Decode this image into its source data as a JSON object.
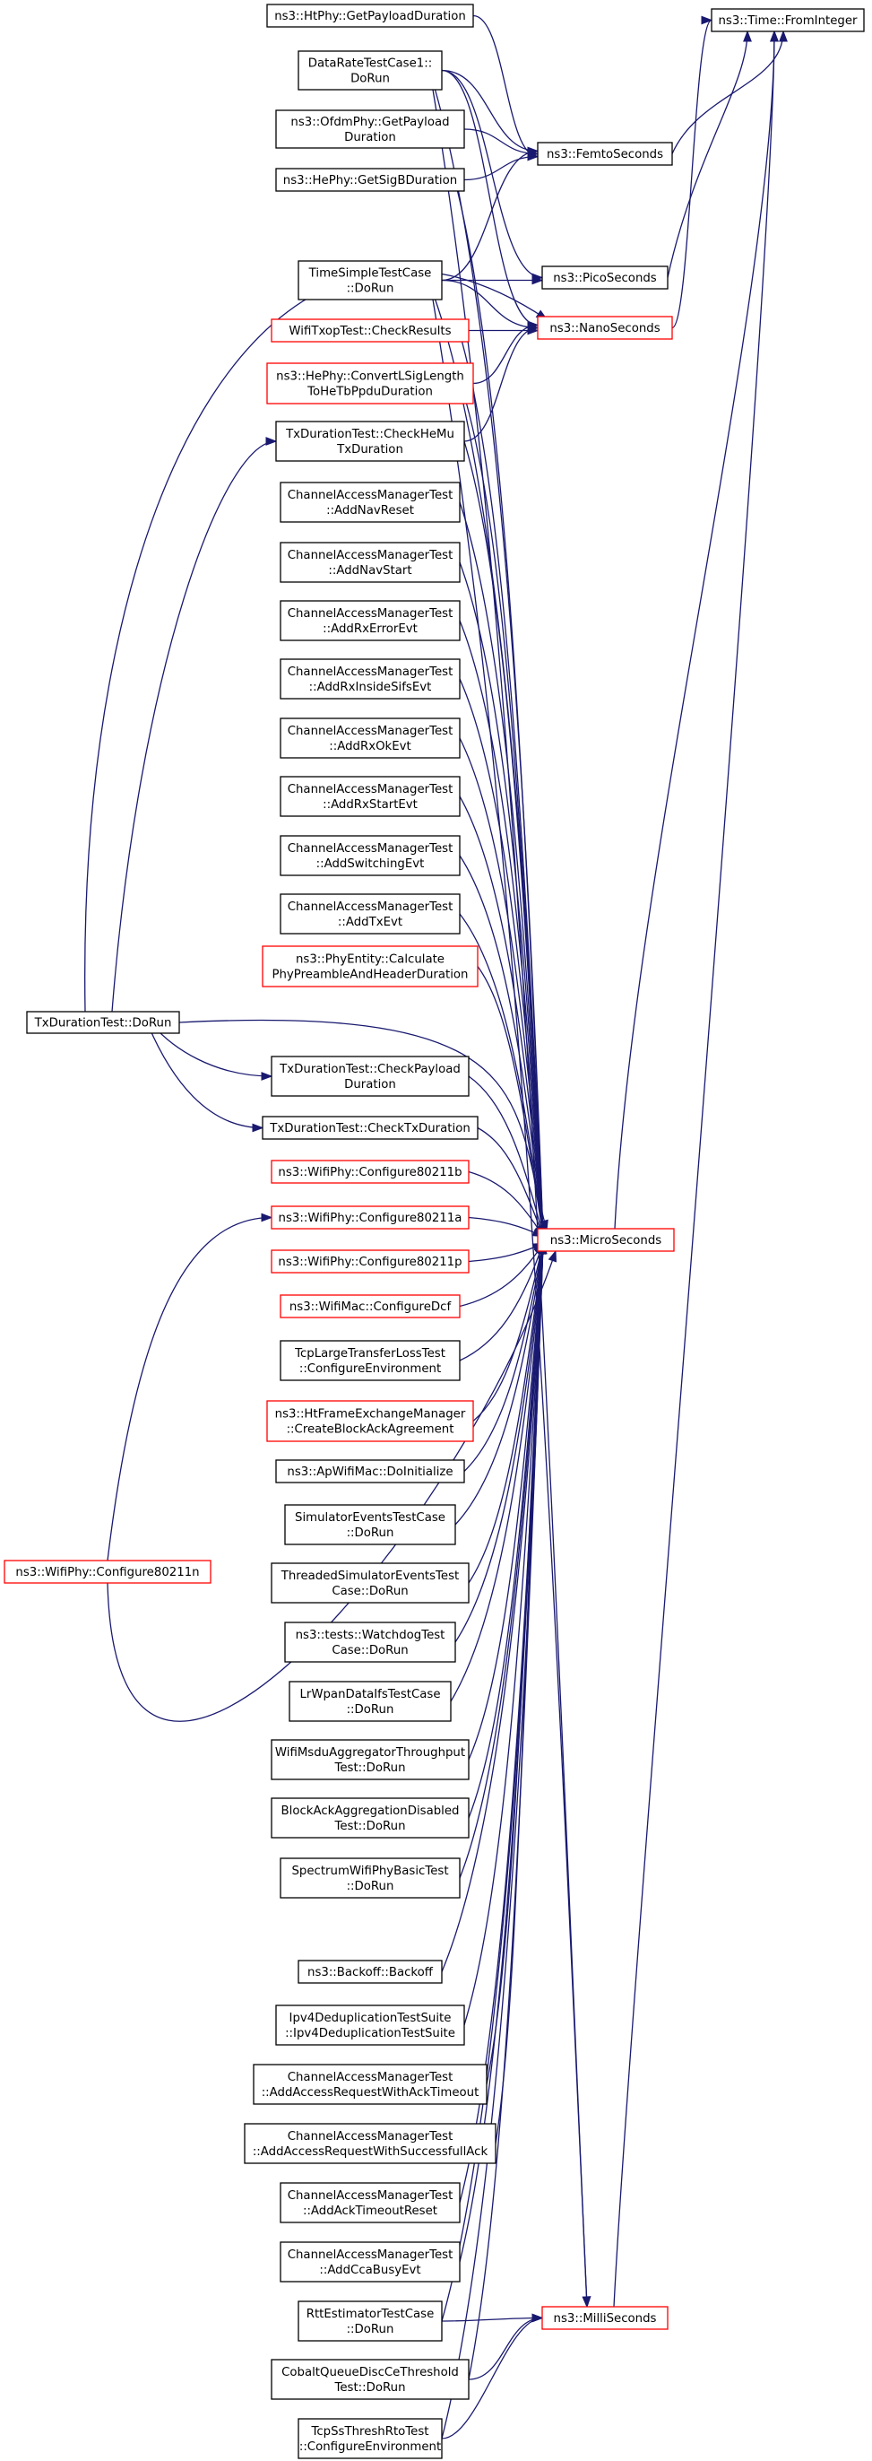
{
  "colors": {
    "edge": "#191970",
    "node_border_normal": "#000000",
    "node_border_truncated": "#ff0000",
    "node_fill": "#ffffff",
    "focus_fill": "#bfbfbf"
  },
  "diagram": {
    "nodes": [
      {
        "id": "fromint",
        "lines": [
          "ns3::Time::FromInteger"
        ],
        "style": "focus"
      },
      {
        "id": "femto",
        "lines": [
          "ns3::FemtoSeconds"
        ],
        "style": "normal"
      },
      {
        "id": "pico",
        "lines": [
          "ns3::PicoSeconds"
        ],
        "style": "normal"
      },
      {
        "id": "nano",
        "lines": [
          "ns3::NanoSeconds"
        ],
        "style": "truncated"
      },
      {
        "id": "micro",
        "lines": [
          "ns3::MicroSeconds"
        ],
        "style": "truncated"
      },
      {
        "id": "milli",
        "lines": [
          "ns3::MilliSeconds"
        ],
        "style": "truncated"
      },
      {
        "id": "htphy",
        "lines": [
          "ns3::HtPhy::GetPayloadDuration"
        ],
        "style": "normal"
      },
      {
        "id": "datarate",
        "lines": [
          "DataRateTestCase1::",
          "DoRun"
        ],
        "style": "normal"
      },
      {
        "id": "ofdm",
        "lines": [
          "ns3::OfdmPhy::GetPayload",
          "Duration"
        ],
        "style": "normal"
      },
      {
        "id": "hesig",
        "lines": [
          "ns3::HePhy::GetSigBDuration"
        ],
        "style": "normal"
      },
      {
        "id": "timesimple",
        "lines": [
          "TimeSimpleTestCase",
          "::DoRun"
        ],
        "style": "normal"
      },
      {
        "id": "txop",
        "lines": [
          "WifiTxopTest::CheckResults"
        ],
        "style": "truncated"
      },
      {
        "id": "heconv",
        "lines": [
          "ns3::HePhy::ConvertLSigLength",
          "ToHeTbPpduDuration"
        ],
        "style": "truncated"
      },
      {
        "id": "checkhemu",
        "lines": [
          "TxDurationTest::CheckHeMu",
          "TxDuration"
        ],
        "style": "normal"
      },
      {
        "id": "navreset",
        "lines": [
          "ChannelAccessManagerTest",
          "::AddNavReset"
        ],
        "style": "normal"
      },
      {
        "id": "navstart",
        "lines": [
          "ChannelAccessManagerTest",
          "::AddNavStart"
        ],
        "style": "normal"
      },
      {
        "id": "rxerror",
        "lines": [
          "ChannelAccessManagerTest",
          "::AddRxErrorEvt"
        ],
        "style": "normal"
      },
      {
        "id": "rxinside",
        "lines": [
          "ChannelAccessManagerTest",
          "::AddRxInsideSifsEvt"
        ],
        "style": "normal"
      },
      {
        "id": "rxok",
        "lines": [
          "ChannelAccessManagerTest",
          "::AddRxOkEvt"
        ],
        "style": "normal"
      },
      {
        "id": "rxstart",
        "lines": [
          "ChannelAccessManagerTest",
          "::AddRxStartEvt"
        ],
        "style": "normal"
      },
      {
        "id": "switching",
        "lines": [
          "ChannelAccessManagerTest",
          "::AddSwitchingEvt"
        ],
        "style": "normal"
      },
      {
        "id": "txevt",
        "lines": [
          "ChannelAccessManagerTest",
          "::AddTxEvt"
        ],
        "style": "normal"
      },
      {
        "id": "phyentity",
        "lines": [
          "ns3::PhyEntity::Calculate",
          "PhyPreambleAndHeaderDuration"
        ],
        "style": "truncated"
      },
      {
        "id": "txdurdorun",
        "lines": [
          "TxDurationTest::DoRun"
        ],
        "style": "normal"
      },
      {
        "id": "checkpayload",
        "lines": [
          "TxDurationTest::CheckPayload",
          "Duration"
        ],
        "style": "normal"
      },
      {
        "id": "checktxdur",
        "lines": [
          "TxDurationTest::CheckTxDuration"
        ],
        "style": "normal"
      },
      {
        "id": "c11b",
        "lines": [
          "ns3::WifiPhy::Configure80211b"
        ],
        "style": "truncated"
      },
      {
        "id": "c11a",
        "lines": [
          "ns3::WifiPhy::Configure80211a"
        ],
        "style": "truncated"
      },
      {
        "id": "c11p",
        "lines": [
          "ns3::WifiPhy::Configure80211p"
        ],
        "style": "truncated"
      },
      {
        "id": "cdcf",
        "lines": [
          "ns3::WifiMac::ConfigureDcf"
        ],
        "style": "truncated"
      },
      {
        "id": "c11n",
        "lines": [
          "ns3::WifiPhy::Configure80211n"
        ],
        "style": "truncated"
      },
      {
        "id": "tcplarge",
        "lines": [
          "TcpLargeTransferLossTest",
          "::ConfigureEnvironment"
        ],
        "style": "normal"
      },
      {
        "id": "htframe",
        "lines": [
          "ns3::HtFrameExchangeManager",
          "::CreateBlockAckAgreement"
        ],
        "style": "truncated"
      },
      {
        "id": "apwifi",
        "lines": [
          "ns3::ApWifiMac::DoInitialize"
        ],
        "style": "normal"
      },
      {
        "id": "simevents",
        "lines": [
          "SimulatorEventsTestCase",
          "::DoRun"
        ],
        "style": "normal"
      },
      {
        "id": "threaded",
        "lines": [
          "ThreadedSimulatorEventsTest",
          "Case::DoRun"
        ],
        "style": "normal"
      },
      {
        "id": "watchdog",
        "lines": [
          "ns3::tests::WatchdogTest",
          "Case::DoRun"
        ],
        "style": "normal"
      },
      {
        "id": "lrwpan",
        "lines": [
          "LrWpanDataIfsTestCase",
          "::DoRun"
        ],
        "style": "normal"
      },
      {
        "id": "msdu",
        "lines": [
          "WifiMsduAggregatorThroughput",
          "Test::DoRun"
        ],
        "style": "normal"
      },
      {
        "id": "blockack",
        "lines": [
          "BlockAckAggregationDisabled",
          "Test::DoRun"
        ],
        "style": "normal"
      },
      {
        "id": "spectrum",
        "lines": [
          "SpectrumWifiPhyBasicTest",
          "::DoRun"
        ],
        "style": "normal"
      },
      {
        "id": "backoff",
        "lines": [
          "ns3::Backoff::Backoff"
        ],
        "style": "normal"
      },
      {
        "id": "ipv4dedup",
        "lines": [
          "Ipv4DeduplicationTestSuite",
          "::Ipv4DeduplicationTestSuite"
        ],
        "style": "normal"
      },
      {
        "id": "ackto",
        "lines": [
          "ChannelAccessManagerTest",
          "::AddAccessRequestWithAckTimeout"
        ],
        "style": "normal"
      },
      {
        "id": "succack",
        "lines": [
          "ChannelAccessManagerTest",
          "::AddAccessRequestWithSuccessfullAck"
        ],
        "style": "normal"
      },
      {
        "id": "acktoreset",
        "lines": [
          "ChannelAccessManagerTest",
          "::AddAckTimeoutReset"
        ],
        "style": "normal"
      },
      {
        "id": "ccabusy",
        "lines": [
          "ChannelAccessManagerTest",
          "::AddCcaBusyEvt"
        ],
        "style": "normal"
      },
      {
        "id": "rttest",
        "lines": [
          "RttEstimatorTestCase",
          "::DoRun"
        ],
        "style": "normal"
      },
      {
        "id": "cobalt",
        "lines": [
          "CobaltQueueDiscCeThreshold",
          "Test::DoRun"
        ],
        "style": "normal"
      },
      {
        "id": "tcpss",
        "lines": [
          "TcpSsThreshRtoTest",
          "::ConfigureEnvironment"
        ],
        "style": "normal"
      }
    ],
    "edges": [
      [
        "femto",
        "fromint"
      ],
      [
        "pico",
        "fromint"
      ],
      [
        "nano",
        "fromint"
      ],
      [
        "micro",
        "fromint"
      ],
      [
        "milli",
        "fromint"
      ],
      [
        "htphy",
        "femto"
      ],
      [
        "datarate",
        "femto"
      ],
      [
        "ofdm",
        "femto"
      ],
      [
        "hesig",
        "femto"
      ],
      [
        "timesimple",
        "femto"
      ],
      [
        "datarate",
        "pico"
      ],
      [
        "timesimple",
        "pico"
      ],
      [
        "datarate",
        "nano"
      ],
      [
        "timesimple",
        "nano"
      ],
      [
        "txop",
        "nano"
      ],
      [
        "heconv",
        "nano"
      ],
      [
        "checkhemu",
        "nano"
      ],
      [
        "txdurdorun",
        "nano"
      ],
      [
        "datarate",
        "micro"
      ],
      [
        "timesimple",
        "micro"
      ],
      [
        "txop",
        "micro"
      ],
      [
        "heconv",
        "micro"
      ],
      [
        "hesig",
        "micro"
      ],
      [
        "checkhemu",
        "micro"
      ],
      [
        "navreset",
        "micro"
      ],
      [
        "navstart",
        "micro"
      ],
      [
        "rxerror",
        "micro"
      ],
      [
        "rxinside",
        "micro"
      ],
      [
        "rxok",
        "micro"
      ],
      [
        "rxstart",
        "micro"
      ],
      [
        "switching",
        "micro"
      ],
      [
        "txevt",
        "micro"
      ],
      [
        "phyentity",
        "micro"
      ],
      [
        "txdurdorun",
        "micro"
      ],
      [
        "checkpayload",
        "micro"
      ],
      [
        "checktxdur",
        "micro"
      ],
      [
        "c11b",
        "micro"
      ],
      [
        "c11a",
        "micro"
      ],
      [
        "c11p",
        "micro"
      ],
      [
        "cdcf",
        "micro"
      ],
      [
        "c11n",
        "micro"
      ],
      [
        "tcplarge",
        "micro"
      ],
      [
        "htframe",
        "micro"
      ],
      [
        "apwifi",
        "micro"
      ],
      [
        "simevents",
        "micro"
      ],
      [
        "threaded",
        "micro"
      ],
      [
        "watchdog",
        "micro"
      ],
      [
        "lrwpan",
        "micro"
      ],
      [
        "msdu",
        "micro"
      ],
      [
        "blockack",
        "micro"
      ],
      [
        "spectrum",
        "micro"
      ],
      [
        "backoff",
        "micro"
      ],
      [
        "ipv4dedup",
        "micro"
      ],
      [
        "ackto",
        "micro"
      ],
      [
        "succack",
        "micro"
      ],
      [
        "acktoreset",
        "micro"
      ],
      [
        "ccabusy",
        "micro"
      ],
      [
        "rttest",
        "micro"
      ],
      [
        "cobalt",
        "micro"
      ],
      [
        "tcpss",
        "micro"
      ],
      [
        "datarate",
        "milli"
      ],
      [
        "timesimple",
        "milli"
      ],
      [
        "rttest",
        "milli"
      ],
      [
        "cobalt",
        "milli"
      ],
      [
        "tcpss",
        "milli"
      ],
      [
        "txdurdorun",
        "checkhemu"
      ],
      [
        "txdurdorun",
        "checkpayload"
      ],
      [
        "txdurdorun",
        "checktxdur"
      ],
      [
        "c11n",
        "c11a"
      ]
    ]
  }
}
